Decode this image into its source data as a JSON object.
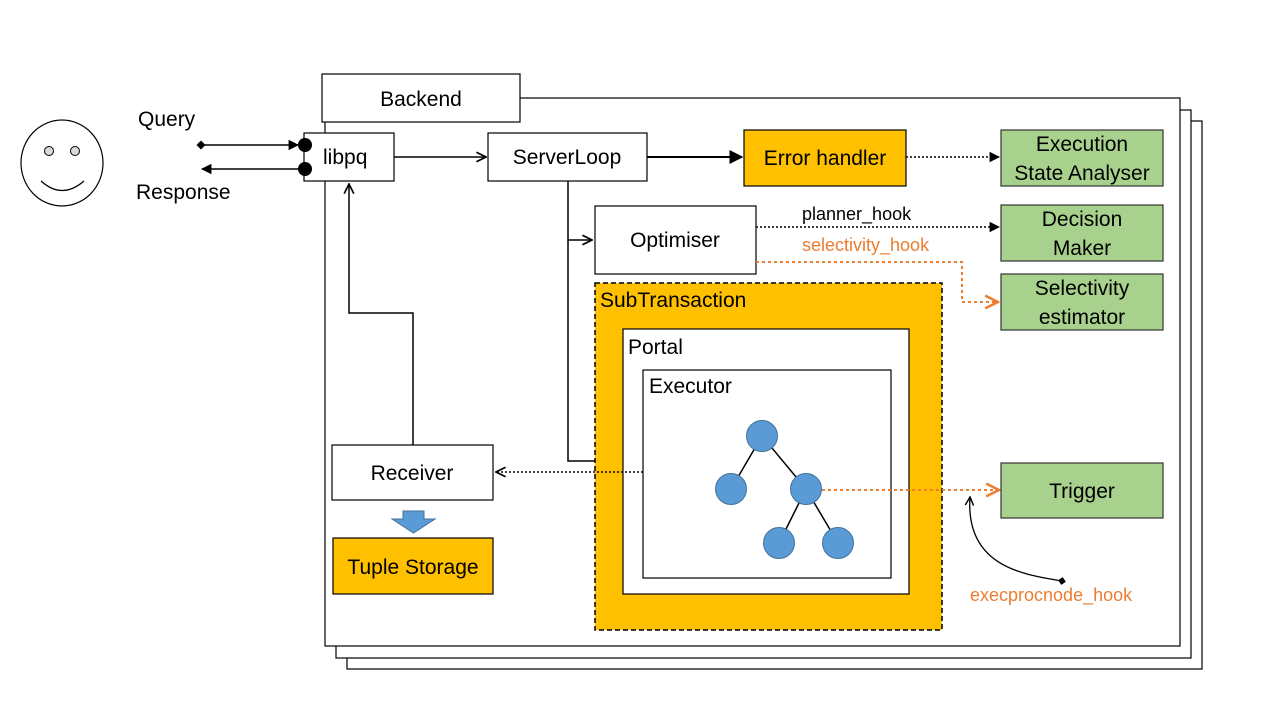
{
  "colors": {
    "accent": "#ffc000",
    "module_fill": "#a9d18e",
    "module_stroke": "#333333",
    "hook": "#ed7d31",
    "tree_node": "#5b9bd5",
    "arrow_fill": "#5b9bd5"
  },
  "user": {
    "icon": "smiley-face-icon",
    "query_label": "Query",
    "response_label": "Response"
  },
  "backend": {
    "title": "Backend",
    "libpq": "libpq",
    "server_loop": "ServerLoop",
    "error_handler": "Error handler",
    "optimiser": "Optimiser",
    "subtransaction": "SubTransaction",
    "portal": "Portal",
    "executor": "Executor",
    "receiver": "Receiver",
    "tuple_storage": "Tuple Storage"
  },
  "modules": {
    "execution_state_analyser": [
      "Execution",
      "State Analyser"
    ],
    "decision_maker": [
      "Decision",
      "Maker"
    ],
    "selectivity_estimator": [
      "Selectivity",
      "estimator"
    ],
    "trigger": "Trigger"
  },
  "hooks": {
    "planner_hook": "planner_hook",
    "selectivity_hook": "selectivity_hook",
    "execprocnode_hook": "execprocnode_hook"
  }
}
